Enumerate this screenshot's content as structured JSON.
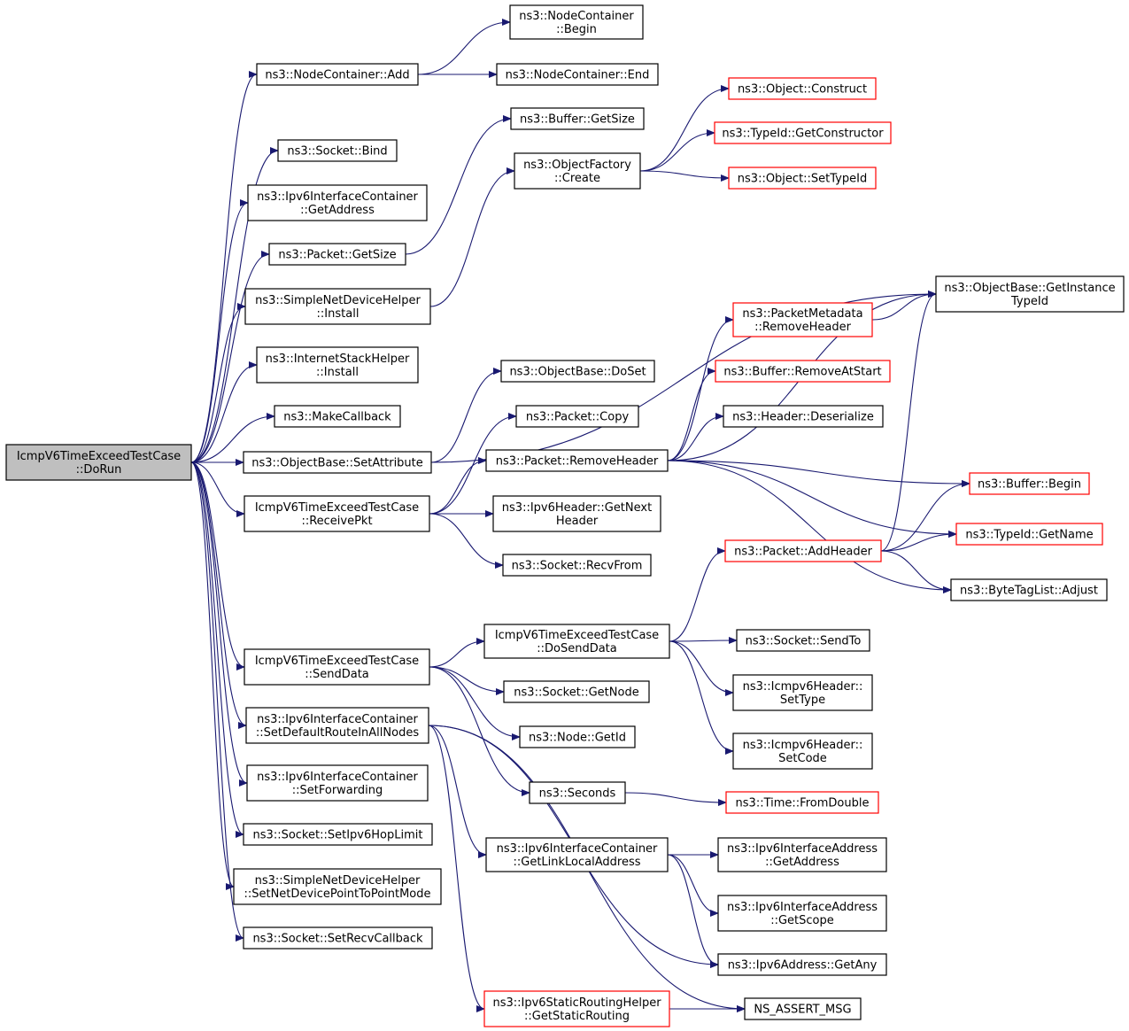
{
  "title": "",
  "nodes": [
    {
      "id": "root",
      "lines": [
        "IcmpV6TimeExceedTestCase",
        "::DoRun"
      ],
      "style": "root"
    },
    {
      "id": "nc_add",
      "lines": [
        "ns3::NodeContainer::Add"
      ],
      "style": "black"
    },
    {
      "id": "nc_begin",
      "lines": [
        "ns3::NodeContainer",
        "::Begin"
      ],
      "style": "black"
    },
    {
      "id": "nc_end",
      "lines": [
        "ns3::NodeContainer::End"
      ],
      "style": "black"
    },
    {
      "id": "sock_bind",
      "lines": [
        "ns3::Socket::Bind"
      ],
      "style": "black"
    },
    {
      "id": "ipv6ic_getaddr",
      "lines": [
        "ns3::Ipv6InterfaceContainer",
        "::GetAddress"
      ],
      "style": "black"
    },
    {
      "id": "pkt_getsize",
      "lines": [
        "ns3::Packet::GetSize"
      ],
      "style": "black"
    },
    {
      "id": "snd_install",
      "lines": [
        "ns3::SimpleNetDeviceHelper",
        "::Install"
      ],
      "style": "black"
    },
    {
      "id": "ish_install",
      "lines": [
        "ns3::InternetStackHelper",
        "::Install"
      ],
      "style": "black"
    },
    {
      "id": "makecb",
      "lines": [
        "ns3::MakeCallback"
      ],
      "style": "black"
    },
    {
      "id": "ob_setattr",
      "lines": [
        "ns3::ObjectBase::SetAttribute"
      ],
      "style": "black"
    },
    {
      "id": "recvpkt",
      "lines": [
        "IcmpV6TimeExceedTestCase",
        "::ReceivePkt"
      ],
      "style": "black"
    },
    {
      "id": "senddata",
      "lines": [
        "IcmpV6TimeExceedTestCase",
        "::SendData"
      ],
      "style": "black"
    },
    {
      "id": "ipv6ic_setdef",
      "lines": [
        "ns3::Ipv6InterfaceContainer",
        "::SetDefaultRouteInAllNodes"
      ],
      "style": "black"
    },
    {
      "id": "ipv6ic_setfwd",
      "lines": [
        "ns3::Ipv6InterfaceContainer",
        "::SetForwarding"
      ],
      "style": "black"
    },
    {
      "id": "sock_sethop",
      "lines": [
        "ns3::Socket::SetIpv6HopLimit"
      ],
      "style": "black"
    },
    {
      "id": "snd_setp2p",
      "lines": [
        "ns3::SimpleNetDeviceHelper",
        "::SetNetDevicePointToPointMode"
      ],
      "style": "black"
    },
    {
      "id": "sock_setrecv",
      "lines": [
        "ns3::Socket::SetRecvCallback"
      ],
      "style": "black"
    },
    {
      "id": "buf_getsize",
      "lines": [
        "ns3::Buffer::GetSize"
      ],
      "style": "black"
    },
    {
      "id": "of_create",
      "lines": [
        "ns3::ObjectFactory",
        "::Create"
      ],
      "style": "black"
    },
    {
      "id": "obj_construct",
      "lines": [
        "ns3::Object::Construct"
      ],
      "style": "red"
    },
    {
      "id": "tid_getctor",
      "lines": [
        "ns3::TypeId::GetConstructor"
      ],
      "style": "red"
    },
    {
      "id": "obj_settid",
      "lines": [
        "ns3::Object::SetTypeId"
      ],
      "style": "red"
    },
    {
      "id": "ob_getinst",
      "lines": [
        "ns3::ObjectBase::GetInstance",
        "TypeId"
      ],
      "style": "black"
    },
    {
      "id": "pm_removehdr",
      "lines": [
        "ns3::PacketMetadata",
        "::RemoveHeader"
      ],
      "style": "red"
    },
    {
      "id": "buf_removestart",
      "lines": [
        "ns3::Buffer::RemoveAtStart"
      ],
      "style": "red"
    },
    {
      "id": "hdr_deser",
      "lines": [
        "ns3::Header::Deserialize"
      ],
      "style": "black"
    },
    {
      "id": "ob_doset",
      "lines": [
        "ns3::ObjectBase::DoSet"
      ],
      "style": "black"
    },
    {
      "id": "pkt_copy",
      "lines": [
        "ns3::Packet::Copy"
      ],
      "style": "black"
    },
    {
      "id": "pkt_removehdr",
      "lines": [
        "ns3::Packet::RemoveHeader"
      ],
      "style": "black"
    },
    {
      "id": "buf_begin",
      "lines": [
        "ns3::Buffer::Begin"
      ],
      "style": "red"
    },
    {
      "id": "ipv6h_getnext",
      "lines": [
        "ns3::Ipv6Header::GetNext",
        "Header"
      ],
      "style": "black"
    },
    {
      "id": "tid_getname",
      "lines": [
        "ns3::TypeId::GetName"
      ],
      "style": "red"
    },
    {
      "id": "sock_recvfrom",
      "lines": [
        "ns3::Socket::RecvFrom"
      ],
      "style": "black"
    },
    {
      "id": "pkt_addhdr",
      "lines": [
        "ns3::Packet::AddHeader"
      ],
      "style": "red"
    },
    {
      "id": "btl_adjust",
      "lines": [
        "ns3::ByteTagList::Adjust"
      ],
      "style": "black"
    },
    {
      "id": "dosenddata",
      "lines": [
        "IcmpV6TimeExceedTestCase",
        "::DoSendData"
      ],
      "style": "black"
    },
    {
      "id": "sock_sendto",
      "lines": [
        "ns3::Socket::SendTo"
      ],
      "style": "black"
    },
    {
      "id": "sock_getnode",
      "lines": [
        "ns3::Socket::GetNode"
      ],
      "style": "black"
    },
    {
      "id": "icmp_settype",
      "lines": [
        "ns3::Icmpv6Header::",
        "SetType"
      ],
      "style": "black"
    },
    {
      "id": "node_getid",
      "lines": [
        "ns3::Node::GetId"
      ],
      "style": "black"
    },
    {
      "id": "icmp_setcode",
      "lines": [
        "ns3::Icmpv6Header::",
        "SetCode"
      ],
      "style": "black"
    },
    {
      "id": "seconds",
      "lines": [
        "ns3::Seconds"
      ],
      "style": "black"
    },
    {
      "id": "time_fromdouble",
      "lines": [
        "ns3::Time::FromDouble"
      ],
      "style": "red"
    },
    {
      "id": "ipv6ic_getll",
      "lines": [
        "ns3::Ipv6InterfaceContainer",
        "::GetLinkLocalAddress"
      ],
      "style": "black"
    },
    {
      "id": "ipv6ia_getaddr",
      "lines": [
        "ns3::Ipv6InterfaceAddress",
        "::GetAddress"
      ],
      "style": "black"
    },
    {
      "id": "ipv6ia_getscope",
      "lines": [
        "ns3::Ipv6InterfaceAddress",
        "::GetScope"
      ],
      "style": "black"
    },
    {
      "id": "ipv6a_getany",
      "lines": [
        "ns3::Ipv6Address::GetAny"
      ],
      "style": "black"
    },
    {
      "id": "ipv6srh_getsr",
      "lines": [
        "ns3::Ipv6StaticRoutingHelper",
        "::GetStaticRouting"
      ],
      "style": "red"
    },
    {
      "id": "ns_assert",
      "lines": [
        "NS_ASSERT_MSG"
      ],
      "style": "black"
    }
  ],
  "edges": [
    [
      "root",
      "nc_add"
    ],
    [
      "root",
      "sock_bind"
    ],
    [
      "root",
      "ipv6ic_getaddr"
    ],
    [
      "root",
      "pkt_getsize"
    ],
    [
      "root",
      "snd_install"
    ],
    [
      "root",
      "ish_install"
    ],
    [
      "root",
      "makecb"
    ],
    [
      "root",
      "ob_setattr"
    ],
    [
      "root",
      "recvpkt"
    ],
    [
      "root",
      "senddata"
    ],
    [
      "root",
      "ipv6ic_setdef"
    ],
    [
      "root",
      "ipv6ic_setfwd"
    ],
    [
      "root",
      "sock_sethop"
    ],
    [
      "root",
      "snd_setp2p"
    ],
    [
      "root",
      "sock_setrecv"
    ],
    [
      "nc_add",
      "nc_begin"
    ],
    [
      "nc_add",
      "nc_end"
    ],
    [
      "pkt_getsize",
      "buf_getsize"
    ],
    [
      "snd_install",
      "of_create"
    ],
    [
      "of_create",
      "obj_construct"
    ],
    [
      "of_create",
      "tid_getctor"
    ],
    [
      "of_create",
      "obj_settid"
    ],
    [
      "ob_setattr",
      "ob_getinst"
    ],
    [
      "ob_setattr",
      "ob_doset"
    ],
    [
      "recvpkt",
      "pkt_copy"
    ],
    [
      "recvpkt",
      "pkt_removehdr"
    ],
    [
      "recvpkt",
      "ipv6h_getnext"
    ],
    [
      "recvpkt",
      "sock_recvfrom"
    ],
    [
      "pkt_removehdr",
      "ob_getinst"
    ],
    [
      "pkt_removehdr",
      "pm_removehdr"
    ],
    [
      "pkt_removehdr",
      "buf_removestart"
    ],
    [
      "pkt_removehdr",
      "hdr_deser"
    ],
    [
      "pkt_removehdr",
      "buf_begin"
    ],
    [
      "pkt_removehdr",
      "tid_getname"
    ],
    [
      "pkt_removehdr",
      "btl_adjust"
    ],
    [
      "pm_removehdr",
      "ob_getinst"
    ],
    [
      "pkt_addhdr",
      "ob_getinst"
    ],
    [
      "pkt_addhdr",
      "buf_begin"
    ],
    [
      "pkt_addhdr",
      "tid_getname"
    ],
    [
      "pkt_addhdr",
      "btl_adjust"
    ],
    [
      "senddata",
      "dosenddata"
    ],
    [
      "senddata",
      "sock_getnode"
    ],
    [
      "senddata",
      "node_getid"
    ],
    [
      "senddata",
      "seconds"
    ],
    [
      "dosenddata",
      "pkt_addhdr"
    ],
    [
      "dosenddata",
      "sock_sendto"
    ],
    [
      "dosenddata",
      "icmp_settype"
    ],
    [
      "dosenddata",
      "icmp_setcode"
    ],
    [
      "seconds",
      "time_fromdouble"
    ],
    [
      "ipv6ic_setdef",
      "ipv6ic_getll"
    ],
    [
      "ipv6ic_setdef",
      "ipv6a_getany"
    ],
    [
      "ipv6ic_setdef",
      "ipv6srh_getsr"
    ],
    [
      "ipv6ic_setdef",
      "ns_assert"
    ],
    [
      "ipv6ic_getll",
      "ipv6ia_getaddr"
    ],
    [
      "ipv6ic_getll",
      "ipv6ia_getscope"
    ],
    [
      "ipv6ic_getll",
      "ipv6a_getany"
    ],
    [
      "ipv6srh_getsr",
      "ns_assert"
    ]
  ],
  "colors": {
    "edge": "#191970",
    "root_fill": "#bfbfbf",
    "red_border": "#ff0000",
    "black_border": "#000000"
  }
}
